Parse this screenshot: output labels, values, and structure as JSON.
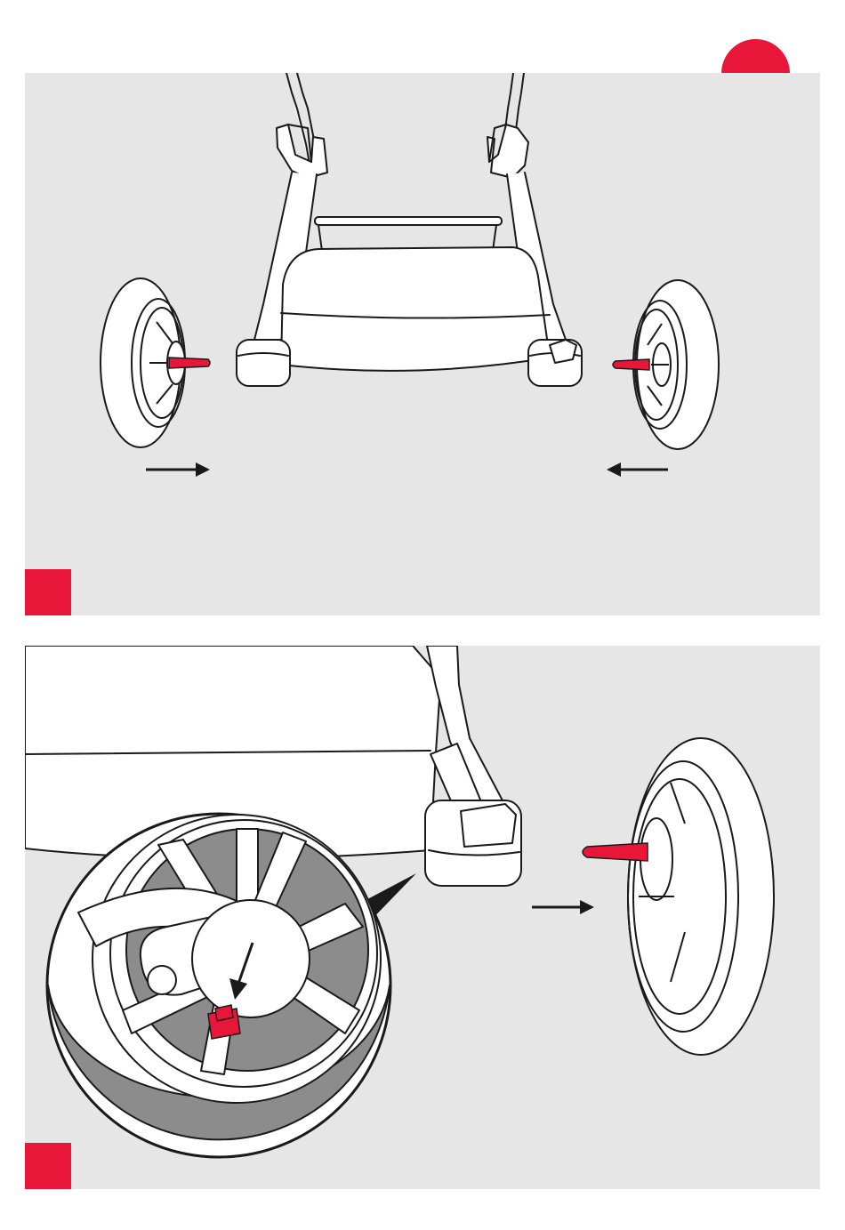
{
  "colors": {
    "accent": "#e8173a",
    "panel_background": "#e6e6e6",
    "outline": "#1a1a1a",
    "spoke_shade": "#8c8c8c"
  },
  "page_badge": {
    "color": "accent",
    "label": ""
  },
  "steps": [
    {
      "marker_label": "",
      "illustration": "stroller-frame-with-two-rear-wheels-being-pushed-onto-axles"
    },
    {
      "marker_label": "",
      "illustration": "wheel-hub-closeup-with-release-button-and-wheel-pushed-onto-axle"
    }
  ]
}
